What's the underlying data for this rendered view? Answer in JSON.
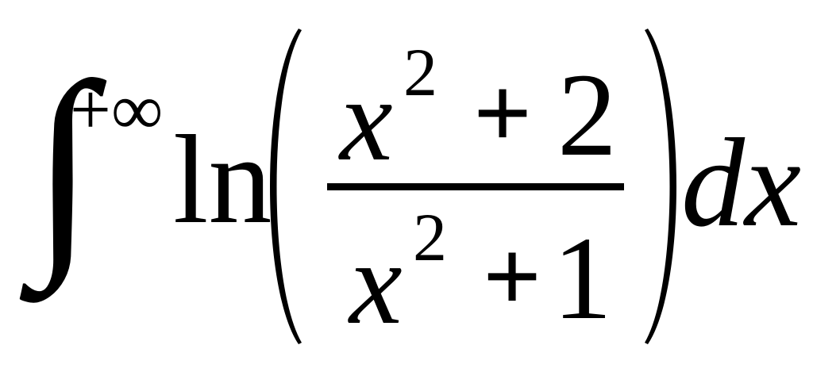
{
  "formula": {
    "integral_sign": "∫",
    "upper_limit": "+∞",
    "function_name": "ln",
    "numerator": {
      "variable": "x",
      "exponent": "2",
      "operator": "+",
      "constant": "2"
    },
    "denominator": {
      "variable": "x",
      "exponent": "2",
      "operator": "+",
      "constant": "1"
    },
    "differential": "dx"
  }
}
